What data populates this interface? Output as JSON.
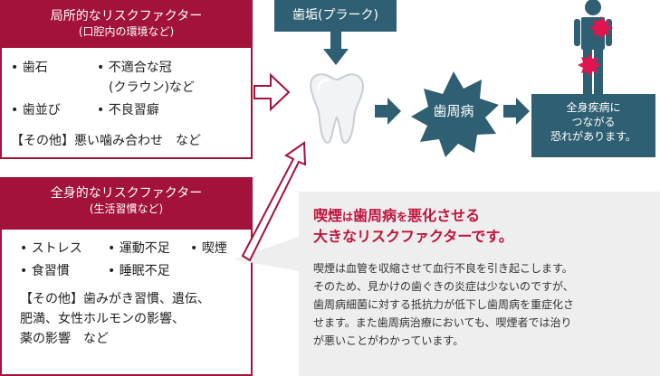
{
  "local_risk": {
    "title": "局所的なリスクファクター",
    "subtitle": "(口腔内の環境など)",
    "items": [
      "歯石",
      "不適合な冠",
      "(クラウン)など",
      "歯並び",
      "不良習癖"
    ],
    "other": "【その他】悪い噛み合わせ　など"
  },
  "systemic_risk": {
    "title": "全身的なリスクファクター",
    "subtitle": "(生活習慣など)",
    "items": [
      "ストレス",
      "運動不足",
      "喫煙",
      "食習慣",
      "睡眠不足"
    ],
    "other_lines": [
      "【その他】歯みがき習慣、遺伝、",
      "肥満、女性ホルモンの影響、",
      "薬の影響　など"
    ]
  },
  "plaque_label": "歯垢(プラーク)",
  "periodontal_label": "歯周病",
  "systemic_disease": [
    "全身疾病に",
    "つながる",
    "恐れがあります。"
  ],
  "smoking": {
    "headline_1": {
      "a": "喫煙",
      "b": "は",
      "c": "歯周病",
      "d": "を",
      "e": "悪化させる"
    },
    "headline_2": "大きなリスクファクターです。",
    "body_lines": [
      "喫煙は血管を収縮させて血行不良を引き起こします。",
      "そのため、見かけの歯ぐきの炎症は少ないのですが、",
      "歯周病細菌に対する抵抗力が低下し歯周病を重症化さ",
      "せます。また歯周病治療においても、喫煙者では治り",
      "が悪いことがわかっています。"
    ]
  },
  "colors": {
    "brand_red": "#a3123a",
    "teal": "#2f5f72",
    "panel_gray": "#eeeeee",
    "alert_pink": "#e0154f"
  }
}
